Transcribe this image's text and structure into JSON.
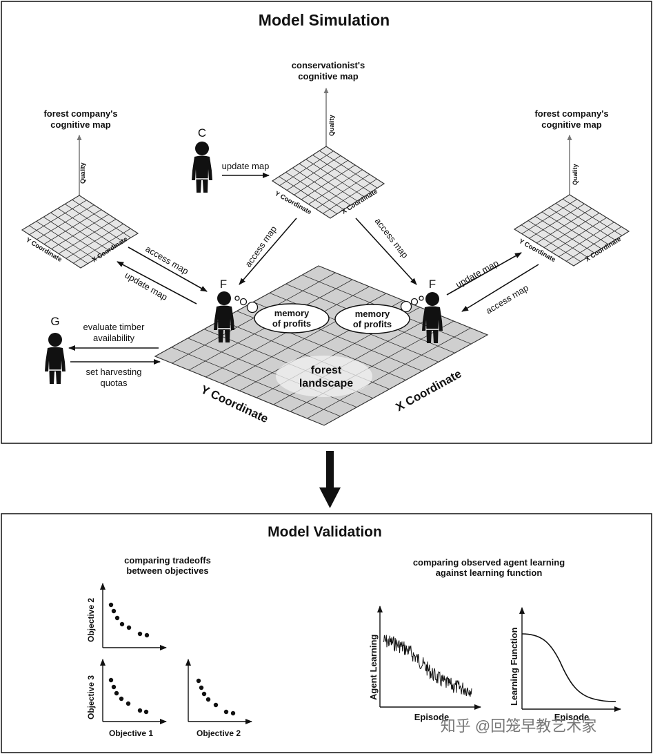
{
  "sim": {
    "title": "Model Simulation",
    "cog_left": {
      "line1": "forest company's",
      "line2": "cognitive map",
      "quality": "Quality",
      "y": "Y Coordinate",
      "x": "X Coordinate"
    },
    "cog_center": {
      "line1": "conservationist's",
      "line2": "cognitive map",
      "quality": "Quality",
      "y": "Y Coordinate",
      "x": "X Coordinate"
    },
    "cog_right": {
      "line1": "forest company's",
      "line2": "cognitive map",
      "quality": "Quality",
      "y": "Y Coordinate",
      "x": "X Coordinate"
    },
    "agents": {
      "c": "C",
      "f_left": "F",
      "f_right": "F",
      "g": "G"
    },
    "arrows": {
      "update_map_c": "update map",
      "access_map_left_top": "access map",
      "update_map_left": "update map",
      "access_map_center_left": "access map",
      "access_map_center_right": "access map",
      "update_map_right": "update map",
      "access_map_right": "access map"
    },
    "bubbles": {
      "left": {
        "line1": "memory",
        "line2": "of profits"
      },
      "right": {
        "line1": "memory",
        "line2": "of profits"
      }
    },
    "landscape": {
      "line1": "forest",
      "line2": "landscape",
      "y": "Y Coordinate",
      "x": "X Coordinate"
    },
    "g_labels": {
      "evaluate1": "evaluate timber",
      "evaluate2": "availability",
      "set1": "set harvesting",
      "set2": "quotas"
    }
  },
  "val": {
    "title": "Model Validation",
    "tradeoff": {
      "title1": "comparing tradeoffs",
      "title2": "between objectives",
      "plot1": {
        "ylabel": "Objective 2"
      },
      "plot2": {
        "ylabel": "Objective 3",
        "xlabel": "Objective 1"
      },
      "plot3": {
        "xlabel": "Objective 2"
      }
    },
    "learning": {
      "title1": "comparing observed agent learning",
      "title2": "against learning function",
      "plot1": {
        "ylabel": "Agent Learning",
        "xlabel": "Episode"
      },
      "plot2": {
        "ylabel": "Learning Function",
        "xlabel": "Episode"
      }
    }
  },
  "watermark": "知乎 @回笼早教艺术家"
}
